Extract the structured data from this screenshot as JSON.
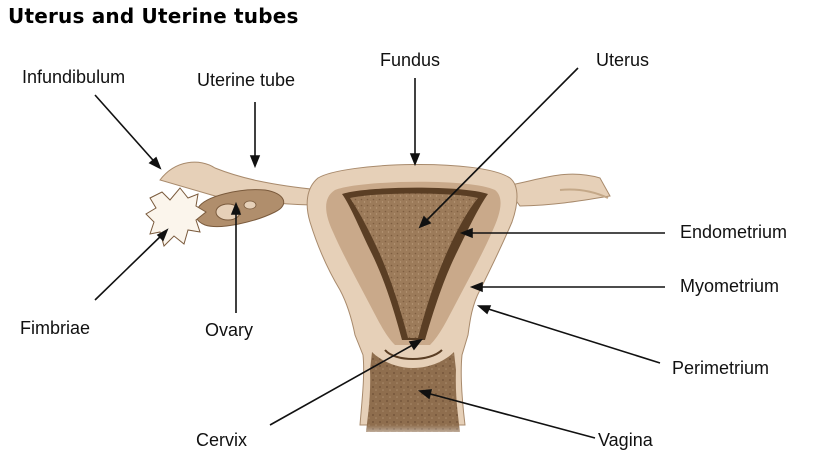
{
  "title": "Uterus and Uterine tubes",
  "labels": {
    "infundibulum": "Infundibulum",
    "uterine_tube": "Uterine tube",
    "fundus": "Fundus",
    "uterus": "Uterus",
    "endometrium": "Endometrium",
    "myometrium": "Myometrium",
    "perimetrium": "Perimetrium",
    "vagina": "Vagina",
    "cervix": "Cervix",
    "ovary": "Ovary",
    "fimbriae": "Fimbriae"
  },
  "colors": {
    "outer_tissue": "#e6d0b8",
    "myometrium": "#c9a98a",
    "endometrium": "#5a3e24",
    "cavity": "#9c7b5a",
    "fimbriae": "#fbf5ec"
  }
}
